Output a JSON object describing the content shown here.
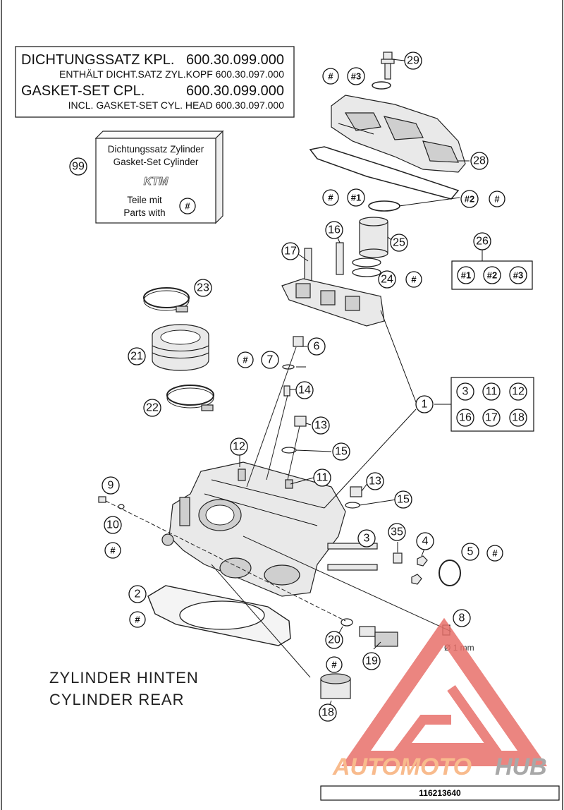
{
  "info_box": {
    "line1_label": "DICHTUNGSSATZ KPL.",
    "line1_number": "600.30.099.000",
    "line2": "ENTHÄLT DICHT.SATZ ZYL.KOPF 600.30.097.000",
    "line3_label": "GASKET-SET CPL.",
    "line3_number": "600.30.099.000",
    "line4": "INCL. GASKET-SET CYL. HEAD 600.30.097.000"
  },
  "gasket_box": {
    "line1": "Dichtungssatz Zylinder",
    "line2": "Gasket-Set Cylinder",
    "logo": "KTM",
    "line3": "Teile mit",
    "line4": "Parts with",
    "hash": "#",
    "number": "99"
  },
  "callouts": {
    "c1": "1",
    "c2": "2",
    "c3": "3",
    "c4": "4",
    "c5": "5",
    "c6": "6",
    "c7": "7",
    "c8": "8",
    "c9": "9",
    "c10": "10",
    "c11a": "11",
    "c12a": "12",
    "c13a": "13",
    "c13b": "13",
    "c14": "14",
    "c15a": "15",
    "c15b": "15",
    "c16": "16",
    "c17": "17",
    "c18": "18",
    "c19": "19",
    "c20": "20",
    "c21": "21",
    "c22": "22",
    "c23": "23",
    "c24": "24",
    "c25": "25",
    "c26": "26",
    "c28": "28",
    "c29": "29",
    "c35": "35"
  },
  "hash_marks": {
    "h_top1": "#",
    "h_top2": "#3",
    "h_mid1": "#",
    "h_mid2": "#1",
    "h_right1": "#2",
    "h_right2": "#",
    "h_24": "#",
    "h_7": "#",
    "h_10": "#",
    "h_5": "#",
    "h_2": "#",
    "h_20": "#"
  },
  "group26": {
    "a": "#1",
    "b": "#2",
    "c": "#3"
  },
  "group1": [
    "3",
    "11",
    "12",
    "16",
    "17",
    "18"
  ],
  "annotation_diameter": "Ø 1 mm",
  "caption": {
    "line1": "ZYLINDER HINTEN",
    "line2": "CYLINDER REAR"
  },
  "watermark": {
    "part1": "AUTOMOTO",
    "part2": "HUB",
    "color1": "#f7b07a",
    "color2": "#9a9a9a",
    "triangle_color": "#e8706a"
  },
  "reference_number": "116213640"
}
